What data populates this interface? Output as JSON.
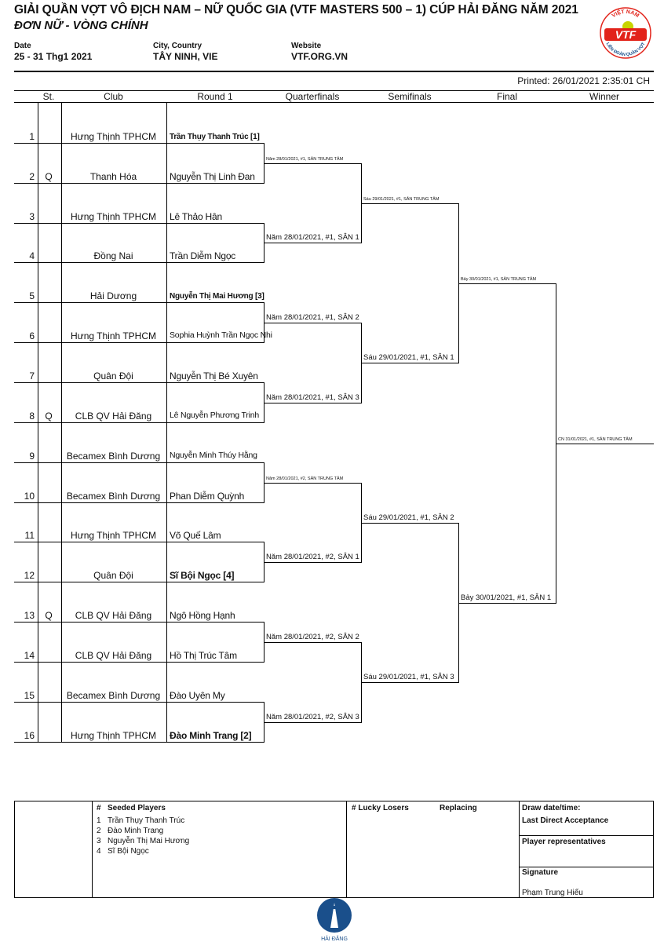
{
  "header": {
    "title": "GIẢI QUẦN VỢT VÔ ĐỊCH NAM – NỮ QUỐC GIA (VTF MASTERS 500 – 1) CÚP HẢI ĐĂNG NĂM 2021",
    "subtitle": "ĐƠN NỮ - VÒNG CHÍNH",
    "date_label": "Date",
    "date_value": "25 - 31 Thg1 2021",
    "city_label": "City, Country",
    "city_value": "TÂY NINH, VIE",
    "website_label": "Website",
    "website_value": "VTF.ORG.VN",
    "printed": "Printed: 26/01/2021 2:35:01 CH",
    "logo_top": "VIỆT NAM",
    "logo_mid": "VTF",
    "logo_bottom": "LIÊN ĐOÀN QUẦN VỢT"
  },
  "columns": {
    "st": "St.",
    "club": "Club",
    "round1": "Round 1",
    "qf": "Quarterfinals",
    "sf": "Semifinals",
    "final": "Final",
    "winner": "Winner"
  },
  "entries": [
    {
      "num": "1",
      "st": "",
      "club": "Hưng Thịnh TPHCM",
      "player": "Trần Thụy Thanh Trúc [1]"
    },
    {
      "num": "2",
      "st": "Q",
      "club": "Thanh Hóa",
      "player": "Nguyễn Thị Linh Đan"
    },
    {
      "num": "3",
      "st": "",
      "club": "Hưng Thịnh TPHCM",
      "player": "Lê Thảo Hân"
    },
    {
      "num": "4",
      "st": "",
      "club": "Đồng Nai",
      "player": "Trần Diễm Ngọc"
    },
    {
      "num": "5",
      "st": "",
      "club": "Hải Dương",
      "player": "Nguyễn Thị Mai Hương [3]"
    },
    {
      "num": "6",
      "st": "",
      "club": "Hưng Thịnh TPHCM",
      "player": "Sophia Huỳnh Trần Ngọc Nhi"
    },
    {
      "num": "7",
      "st": "",
      "club": "Quân Đội",
      "player": "Nguyễn Thị Bé Xuyên"
    },
    {
      "num": "8",
      "st": "Q",
      "club": "CLB QV Hải Đăng",
      "player": "Lê Nguyễn Phương Trinh"
    },
    {
      "num": "9",
      "st": "",
      "club": "Becamex Bình Dương",
      "player": "Nguyễn Minh Thúy Hằng"
    },
    {
      "num": "10",
      "st": "",
      "club": "Becamex Bình Dương",
      "player": "Phan Diễm Quỳnh"
    },
    {
      "num": "11",
      "st": "",
      "club": "Hưng Thịnh TPHCM",
      "player": "Võ Quế Lâm"
    },
    {
      "num": "12",
      "st": "",
      "club": "Quân Đội",
      "player": "Sĩ Bội Ngọc [4]"
    },
    {
      "num": "13",
      "st": "Q",
      "club": "CLB QV Hải Đăng",
      "player": "Ngô Hồng Hạnh"
    },
    {
      "num": "14",
      "st": "",
      "club": "CLB QV Hải Đăng",
      "player": "Hồ Thị Trúc Tâm"
    },
    {
      "num": "15",
      "st": "",
      "club": "Becamex Bình Dương",
      "player": "Đào Uyên My"
    },
    {
      "num": "16",
      "st": "",
      "club": "Hưng Thịnh TPHCM",
      "player": "Đào Minh Trang [2]"
    }
  ],
  "r1_schedule": [
    "Năm 28/01/2021, #1, SÂN TRUNG TÂM",
    "Năm 28/01/2021, #1, SÂN 1",
    "Năm 28/01/2021, #1, SÂN 2",
    "Năm 28/01/2021, #1, SÂN 3",
    "Năm 28/01/2021, #2, SÂN TRUNG TÂM",
    "Năm 28/01/2021, #2, SÂN 1",
    "Năm 28/01/2021, #2, SÂN 2",
    "Năm 28/01/2021, #2, SÂN 3"
  ],
  "qf_schedule": [
    "Sáu 29/01/2021, #1, SÂN TRUNG TÂM",
    "Sáu 29/01/2021, #1, SÂN 1",
    "Sáu 29/01/2021, #1, SÂN 2",
    "Sáu 29/01/2021, #1, SÂN 3"
  ],
  "sf_schedule": [
    "Bảy 30/01/2021, #1, SÂN TRUNG TÂM",
    "Bảy 30/01/2021, #1, SÂN 1"
  ],
  "final_schedule": "CN 31/01/2021, #1, SÂN TRUNG TÂM",
  "footer": {
    "seeded_hash": "#",
    "seeded_title": "Seeded Players",
    "seeds": [
      {
        "n": "1",
        "name": "Trần Thụy Thanh Trúc"
      },
      {
        "n": "2",
        "name": "Đào Minh Trang"
      },
      {
        "n": "3",
        "name": "Nguyễn Thị Mai Hương"
      },
      {
        "n": "4",
        "name": "Sĩ Bội Ngọc"
      }
    ],
    "lucky_losers": "# Lucky Losers",
    "replacing": "Replacing",
    "draw_date": "Draw date/time:",
    "last_direct": "Last Direct Acceptance",
    "player_reps": "Player representatives",
    "signature": "Signature",
    "signer": "Phạm Trung Hiếu"
  },
  "bottom_logo_text": "HẢI ĐĂNG",
  "colors": {
    "logo_red": "#e2231a",
    "logo_blue": "#1a4f8b"
  }
}
